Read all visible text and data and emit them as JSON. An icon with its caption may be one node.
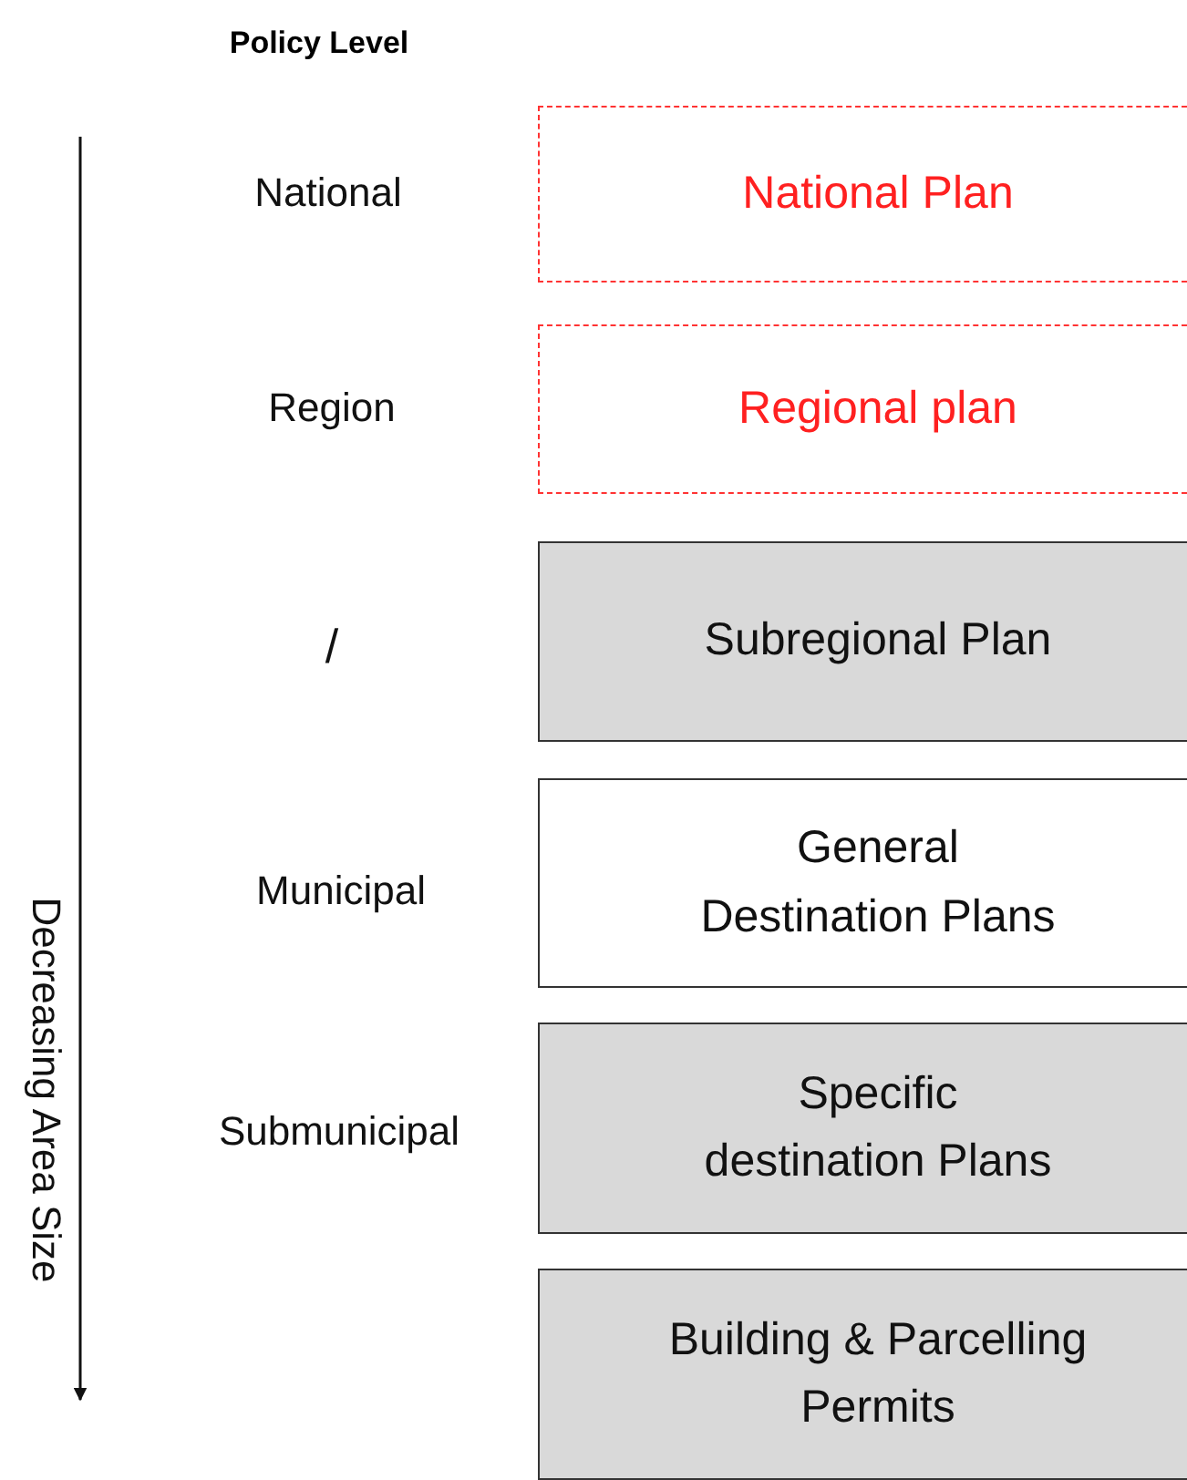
{
  "diagram": {
    "title": "Policy Level",
    "nodes": [
      {
        "text": [
          "National Plan"
        ]
      },
      {
        "text": [
          "Regional plan"
        ]
      },
      {
        "text": [
          "Subregional Plan"
        ]
      },
      {
        "text": [
          "General Destination Plans"
        ]
      },
      {
        "text": [
          "Specific destination Plans"
        ]
      },
      {
        "text": [
          "Building & Parcelling Permits"
        ]
      }
    ],
    "edges": [],
    "labels": [
      "National",
      "Region",
      "/",
      "Municipal",
      "Submunicipal",
      "Decreasing Area Size"
    ]
  }
}
